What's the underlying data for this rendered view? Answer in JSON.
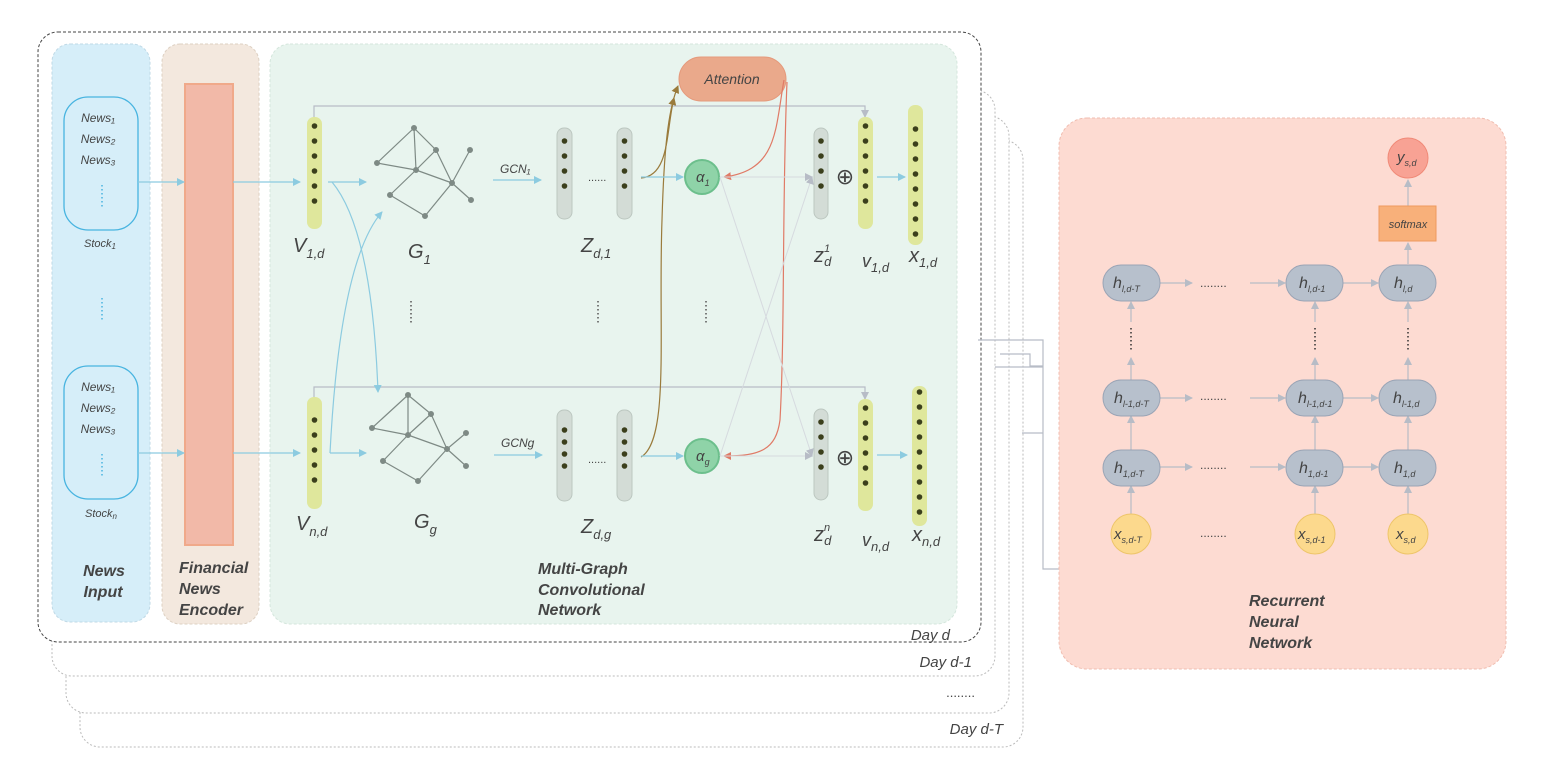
{
  "colors": {
    "news_panel": "#d6eef9",
    "encoder_panel": "#f3e8de",
    "encoder_bar": "#f2b9a8",
    "mgcn_panel": "#e8f4ee",
    "rnn_panel": "#fddbd2",
    "vector_green": "#dfe79c",
    "vector_gray": "#d3dcd6",
    "dot": "#3b3f1c",
    "attention": "#eaa98b",
    "alpha": "#8fd3a8",
    "hidden": "#b7c0cc",
    "input": "#fcd98d",
    "output": "#f8a294",
    "softmax": "#f8b07a",
    "arrow_blue": "#8ccbe0",
    "arrow_gray": "#b7bcc6"
  },
  "days": {
    "d": "Day d",
    "d1": "Day d-1",
    "dots": "........",
    "dT": "Day d-T"
  },
  "news_input": {
    "title_line1": "News",
    "title_line2": "Input",
    "stock1": {
      "items": [
        "News₁",
        "News₂",
        "News₃"
      ],
      "label_main": "Stock",
      "label_sub": "1"
    },
    "stockn": {
      "items": [
        "News₁",
        "News₂",
        "News₃"
      ],
      "label_main": "Stock",
      "label_sub": "n"
    }
  },
  "encoder": {
    "title_line1": "Financial",
    "title_line2": "News",
    "title_line3": "Encoder"
  },
  "mgcn": {
    "title_line1": "Multi-Graph",
    "title_line2": "Convolutional",
    "title_line3": "Network",
    "attention": "Attention",
    "v1d": {
      "main": "V",
      "sub": "1,d"
    },
    "vnd": {
      "main": "V",
      "sub": "n,d"
    },
    "g1": {
      "main": "G",
      "sub": "1"
    },
    "gg": {
      "main": "G",
      "sub": "g"
    },
    "gcn1": "GCN₁",
    "gcng": "GCNg",
    "zd1": {
      "main": "Z",
      "sub": "d,1"
    },
    "zdg": {
      "main": "Z",
      "sub": "d,g"
    },
    "alpha1": {
      "main": "α",
      "sub": "1"
    },
    "alphag": {
      "main": "α",
      "sub": "g"
    },
    "z1d": {
      "main": "z",
      "sup": "1",
      "sub": "d"
    },
    "znd": {
      "main": "z",
      "sup": "n",
      "sub": "d"
    },
    "v1d_out": {
      "main": "v",
      "sub": "1,d"
    },
    "vnd_out": {
      "main": "v",
      "sub": "n,d"
    },
    "x1d": {
      "main": "x",
      "sub": "1,d"
    },
    "xnd": {
      "main": "x",
      "sub": "n,d"
    },
    "oplus": "⊕",
    "dots_h": "......"
  },
  "rnn": {
    "title_line1": "Recurrent",
    "title_line2": "Neural",
    "title_line3": "Network",
    "softmax": "softmax",
    "output": {
      "main": "y",
      "sub": "s,d"
    },
    "row_top": [
      {
        "main": "h",
        "sub": "l,d-T"
      },
      {
        "main": "h",
        "sub": "l,d-1"
      },
      {
        "main": "h",
        "sub": "l,d"
      }
    ],
    "row_mid": [
      {
        "main": "h",
        "sub": "l-1,d-T"
      },
      {
        "main": "h",
        "sub": "l-1,d-1"
      },
      {
        "main": "h",
        "sub": "l-1,d"
      }
    ],
    "row_bot": [
      {
        "main": "h",
        "sub": "1,d-T"
      },
      {
        "main": "h",
        "sub": "1,d-1"
      },
      {
        "main": "h",
        "sub": "1,d"
      }
    ],
    "inputs": [
      {
        "main": "x",
        "sub": "s,d-T"
      },
      {
        "main": "x",
        "sub": "s,d-1"
      },
      {
        "main": "x",
        "sub": "s,d"
      }
    ],
    "dots_h": "........"
  }
}
